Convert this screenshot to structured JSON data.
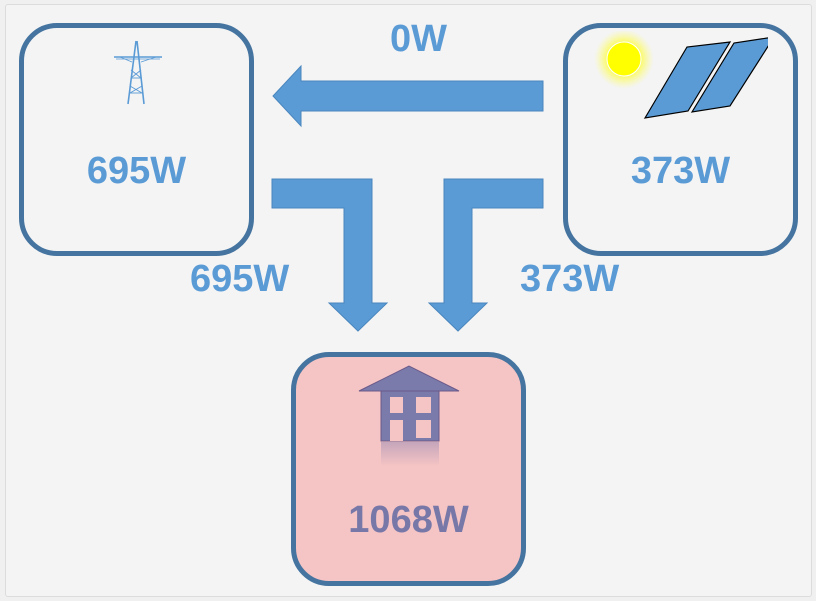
{
  "diagram": {
    "title": "Energy flow",
    "nodes": {
      "grid": {
        "label": "Grid",
        "icon": "power-tower-icon",
        "value": "695W"
      },
      "solar": {
        "label": "Solar",
        "icon": "solar-panel-icon",
        "value": "373W"
      },
      "home": {
        "label": "Home",
        "icon": "house-icon",
        "value": "1068W"
      }
    },
    "flows": {
      "solar_to_grid": {
        "from": "solar",
        "to": "grid",
        "value": "0W"
      },
      "grid_to_home": {
        "from": "grid",
        "to": "home",
        "value": "695W"
      },
      "solar_to_home": {
        "from": "solar",
        "to": "home",
        "value": "373W"
      }
    },
    "colors": {
      "arrow": "#5b9bd5",
      "border": "#44749f",
      "home_bg": "#f5c4c4",
      "home_text": "#7878a8",
      "sun": "#ffff00"
    }
  }
}
